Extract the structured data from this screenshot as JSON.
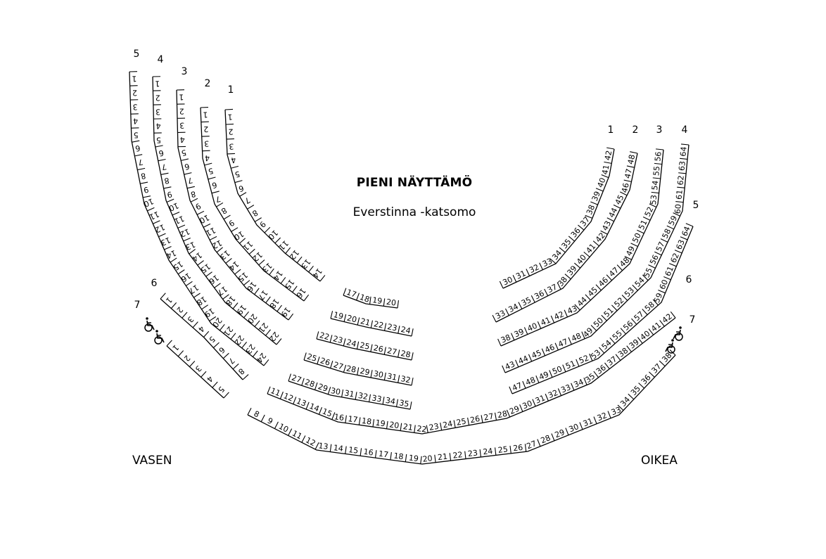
{
  "header": {
    "stage_title": "PIENI NÄYTTÄMÖ",
    "stand_name": "Everstinna -katsomo"
  },
  "sides": {
    "left": "VASEN",
    "right": "OIKEA"
  },
  "accessibility": {
    "icon": "wheelchair-icon",
    "left_count": 2,
    "right_count": 2
  },
  "left_section": {
    "rows": [
      {
        "label": "5",
        "seats": [
          1,
          24
        ]
      },
      {
        "label": "4",
        "seats": [
          1,
          22
        ]
      },
      {
        "label": "3",
        "seats": [
          1,
          19
        ]
      },
      {
        "label": "2",
        "seats": [
          1,
          16
        ]
      },
      {
        "label": "1",
        "seats": [
          1,
          14
        ]
      },
      {
        "label": "6",
        "seats": [
          1,
          8
        ]
      },
      {
        "label": "7",
        "seats": [
          1,
          5
        ]
      }
    ]
  },
  "center_section": {
    "rows": [
      {
        "seats": [
          17,
          20
        ]
      },
      {
        "seats": [
          19,
          24
        ]
      },
      {
        "seats": [
          22,
          28
        ]
      },
      {
        "seats": [
          25,
          32
        ]
      },
      {
        "seats": [
          27,
          35
        ]
      },
      {
        "seats": [
          11,
          42
        ]
      },
      {
        "seats": [
          8,
          38
        ]
      }
    ]
  },
  "right_section": {
    "rows": [
      {
        "label": "1",
        "seats": [
          30,
          42
        ]
      },
      {
        "label": "2",
        "seats": [
          33,
          48
        ]
      },
      {
        "label": "3",
        "seats": [
          38,
          56
        ]
      },
      {
        "label": "4",
        "seats": [
          43,
          64
        ]
      },
      {
        "label": "5",
        "seats": [
          47,
          64
        ]
      },
      {
        "label": "6",
        "seats": [],
        "continues_center_row": true
      },
      {
        "label": "7",
        "seats": [],
        "continues_center_row": true
      }
    ]
  }
}
